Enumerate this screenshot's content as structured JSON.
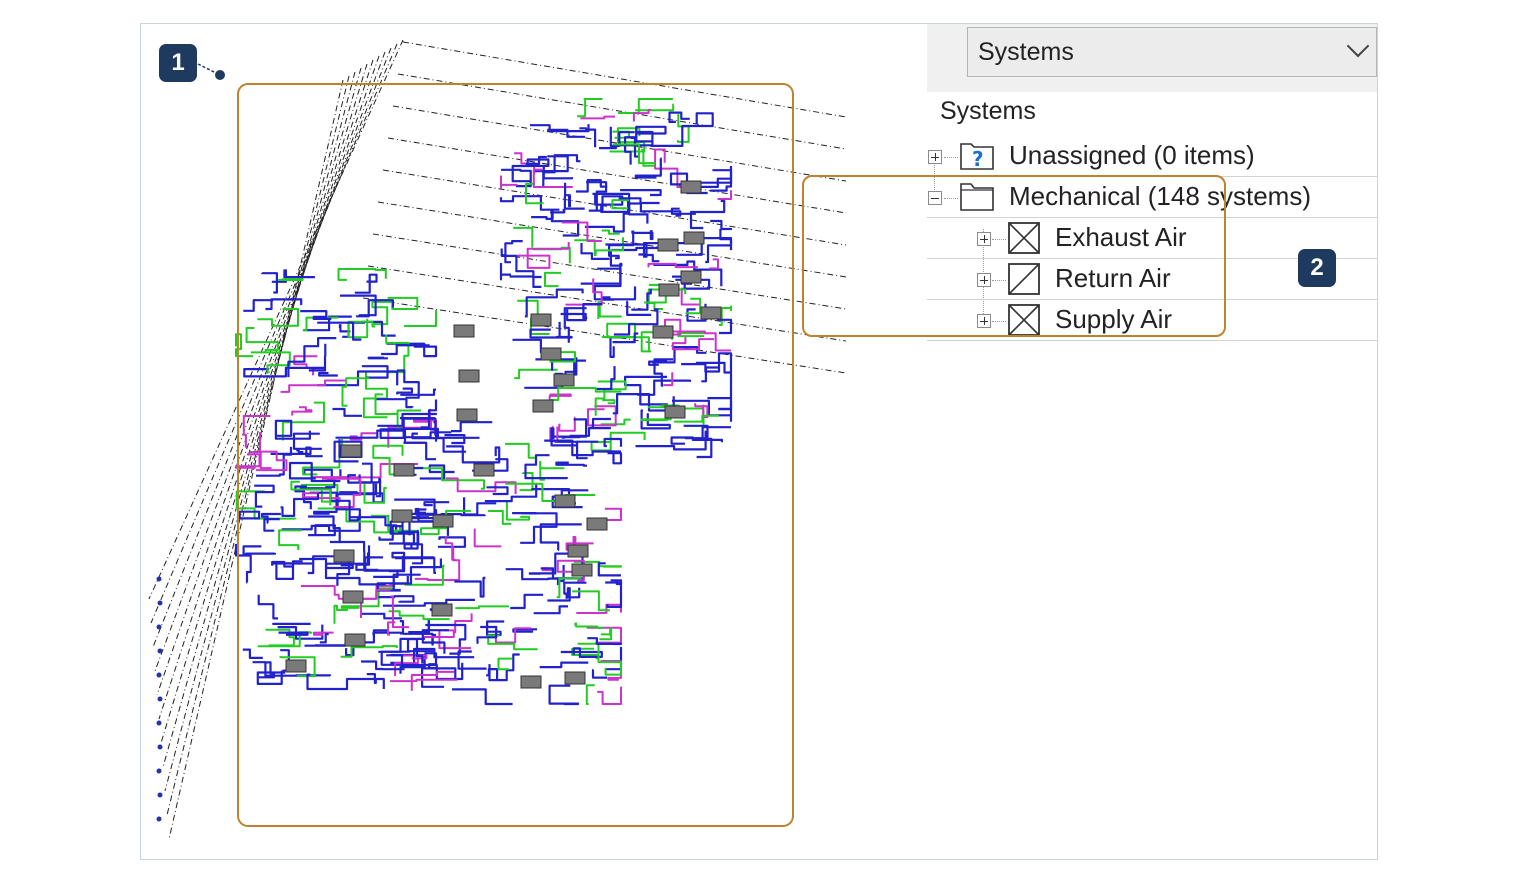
{
  "callouts": {
    "one": "1",
    "two": "2"
  },
  "dropdown": {
    "value": "Systems"
  },
  "tree": {
    "heading": "Systems",
    "items": [
      {
        "label": "Unassigned (0 items)",
        "icon": "unassigned-folder-icon"
      },
      {
        "label": "Mechanical (148 systems)",
        "icon": "folder-icon"
      },
      {
        "label": "Exhaust Air",
        "icon": "exhaust-air-system-icon"
      },
      {
        "label": "Return Air",
        "icon": "return-air-system-icon"
      },
      {
        "label": "Supply Air",
        "icon": "supply-air-system-icon"
      }
    ]
  },
  "colors": {
    "accent_box": "#c1822d",
    "callout_bg": "#1f3a5f",
    "supply_duct": "#2222cc",
    "exhaust_duct": "#cc33cc",
    "return_duct": "#22cc22",
    "equipment": "#7a7a7a"
  }
}
